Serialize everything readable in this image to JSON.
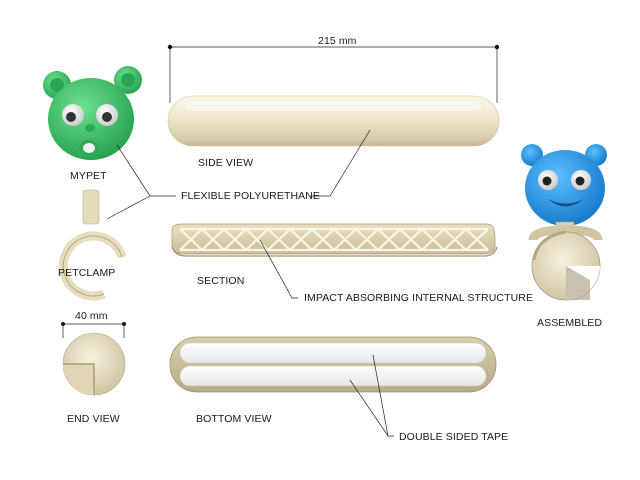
{
  "labels": {
    "length_dim": "215 mm",
    "width_dim": "40 mm",
    "mypet": "MYPET",
    "petclamp": "PETCLAMP",
    "end_view": "END VIEW",
    "side_view": "SIDE VIEW",
    "section": "SECTION",
    "bottom_view": "BOTTOM VIEW",
    "assembled": "ASSEMBLED",
    "flexible_polyurethane": "FLEXIBLE POLYURETHANE",
    "impact_structure": "IMPACT ABSORBING INTERNAL STRUCTURE",
    "double_sided_tape": "DOUBLE SIDED TAPE"
  },
  "colors": {
    "cream": "#ece5c9",
    "cream_shadow": "#cbc1a0",
    "tan": "#b2a684",
    "green_pet": "#3fc06a",
    "blue_pet": "#2196e8",
    "tape": "#f3f3f3"
  }
}
